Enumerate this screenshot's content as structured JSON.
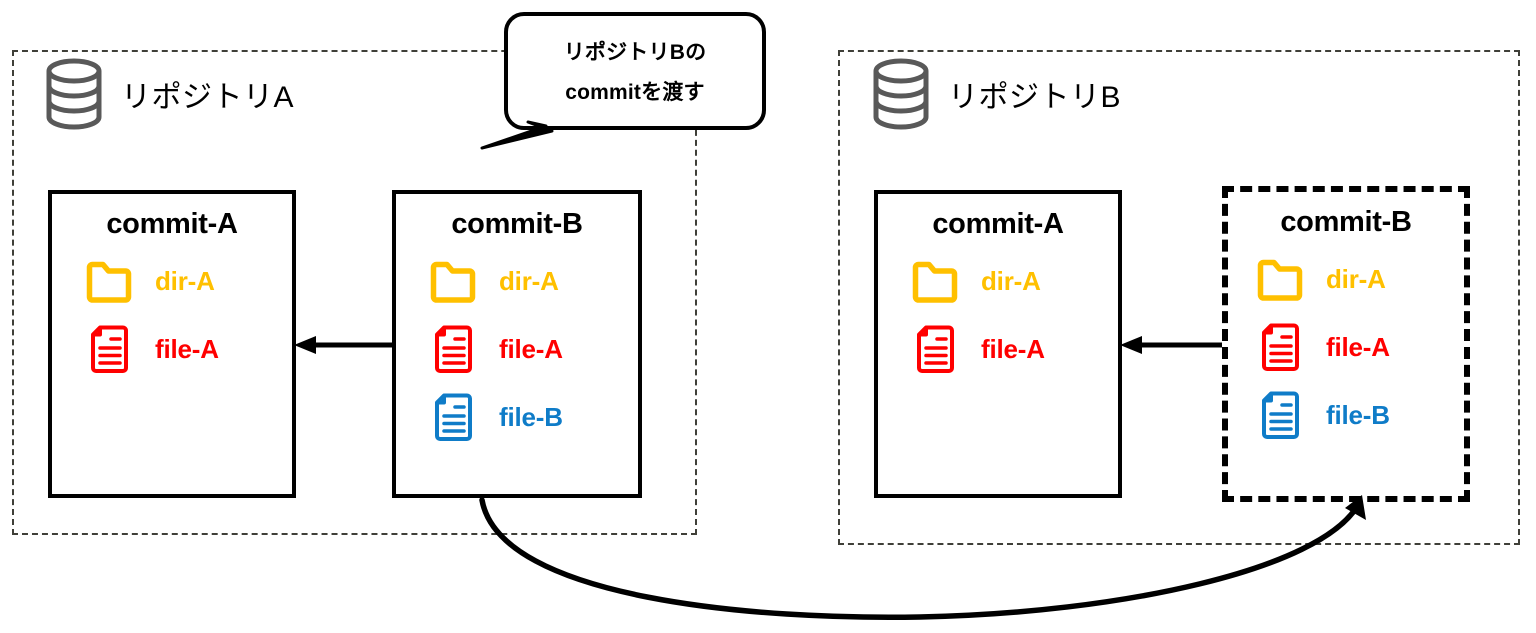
{
  "diagram": {
    "title": "Git repository commit transfer diagram",
    "colors": {
      "folder": "#FFC000",
      "file_a": "#FF0000",
      "file_b": "#0F7CC8",
      "box_border": "#000000",
      "container_border": "#3F3F38",
      "db_icon": "#595959"
    },
    "repositories": [
      {
        "id": "repo-a",
        "label": "リポジトリA",
        "icon": "database-icon",
        "commits": [
          {
            "id": "repo-a-commit-a",
            "title": "commit-A",
            "border_style": "solid",
            "entries": [
              {
                "icon": "folder-icon",
                "label": "dir-A",
                "color": "#FFC000"
              },
              {
                "icon": "file-icon",
                "label": "file-A",
                "color": "#FF0000"
              }
            ]
          },
          {
            "id": "repo-a-commit-b",
            "title": "commit-B",
            "border_style": "solid",
            "entries": [
              {
                "icon": "folder-icon",
                "label": "dir-A",
                "color": "#FFC000"
              },
              {
                "icon": "file-icon",
                "label": "file-A",
                "color": "#FF0000"
              },
              {
                "icon": "file-icon",
                "label": "file-B",
                "color": "#0F7CC8"
              }
            ]
          }
        ]
      },
      {
        "id": "repo-b",
        "label": "リポジトリB",
        "icon": "database-icon",
        "commits": [
          {
            "id": "repo-b-commit-a",
            "title": "commit-A",
            "border_style": "solid",
            "entries": [
              {
                "icon": "folder-icon",
                "label": "dir-A",
                "color": "#FFC000"
              },
              {
                "icon": "file-icon",
                "label": "file-A",
                "color": "#FF0000"
              }
            ]
          },
          {
            "id": "repo-b-commit-b",
            "title": "commit-B",
            "border_style": "dashed",
            "entries": [
              {
                "icon": "folder-icon",
                "label": "dir-A",
                "color": "#FFC000"
              },
              {
                "icon": "file-icon",
                "label": "file-A",
                "color": "#FF0000"
              },
              {
                "icon": "file-icon",
                "label": "file-B",
                "color": "#0F7CC8"
              }
            ]
          }
        ]
      }
    ],
    "callout": {
      "id": "callout-bubble",
      "lines": [
        "リポジトリBの",
        "commitを渡す"
      ]
    },
    "connectors": [
      {
        "id": "parent-arrow-a",
        "from": "repo-a-commit-b",
        "to": "repo-a-commit-a",
        "direction": "left"
      },
      {
        "id": "parent-arrow-b",
        "from": "repo-b-commit-b",
        "to": "repo-b-commit-a",
        "direction": "left"
      },
      {
        "id": "transfer-arrow",
        "from": "repo-a-commit-b",
        "to": "repo-b-commit-b",
        "style": "curved"
      }
    ]
  }
}
